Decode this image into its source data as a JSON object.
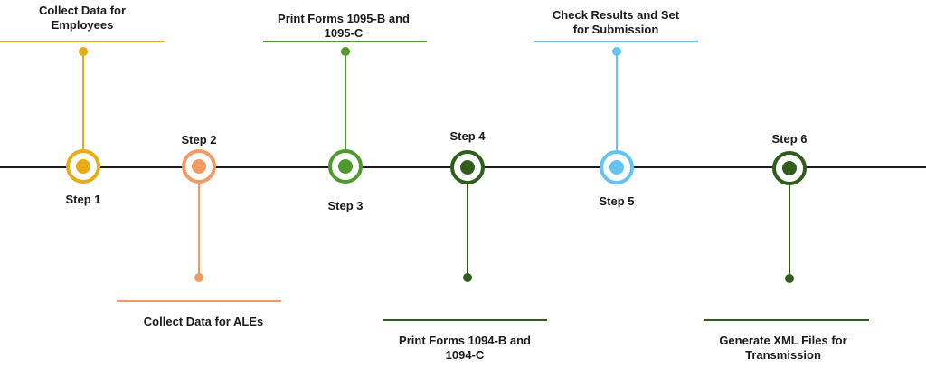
{
  "colors": {
    "axis": "#1a1a1a",
    "step1": "#e8ac12",
    "step2": "#f39a63",
    "step3": "#4e9a2a",
    "step4": "#2f5e1b",
    "step5": "#63c3f3",
    "step6": "#2f5e1b"
  },
  "steps": [
    {
      "label": "Step 1",
      "desc": [
        "Collect Data for",
        "Employees"
      ]
    },
    {
      "label": "Step 2",
      "desc": [
        "Collect Data for ALEs"
      ]
    },
    {
      "label": "Step 3",
      "desc": [
        "Print Forms 1095-B and",
        "1095-C"
      ]
    },
    {
      "label": "Step 4",
      "desc": [
        "Print Forms 1094-B and",
        "1094-C"
      ]
    },
    {
      "label": "Step 5",
      "desc": [
        "Check Results and Set",
        "for Submission"
      ]
    },
    {
      "label": "Step 6",
      "desc": [
        "Generate XML Files for",
        "Transmission"
      ]
    }
  ]
}
